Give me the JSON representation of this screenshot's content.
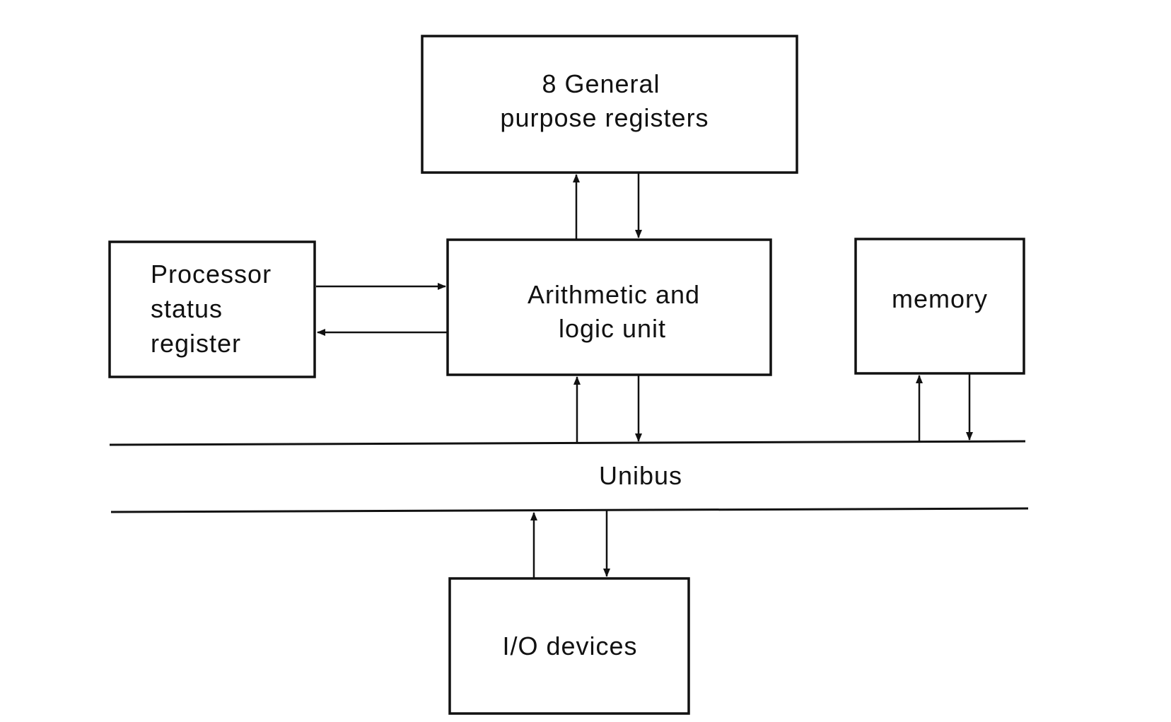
{
  "diagram": {
    "registers": {
      "line1": "8 General",
      "line2": "purpose registers"
    },
    "alu": {
      "line1": "Arithmetic and",
      "line2": "logic unit"
    },
    "psr": {
      "line1": "Processor",
      "line2": "status",
      "line3": "register"
    },
    "memory": {
      "label": "memory"
    },
    "bus": {
      "label": "Unibus"
    },
    "io": {
      "label": "I/O devices"
    }
  }
}
